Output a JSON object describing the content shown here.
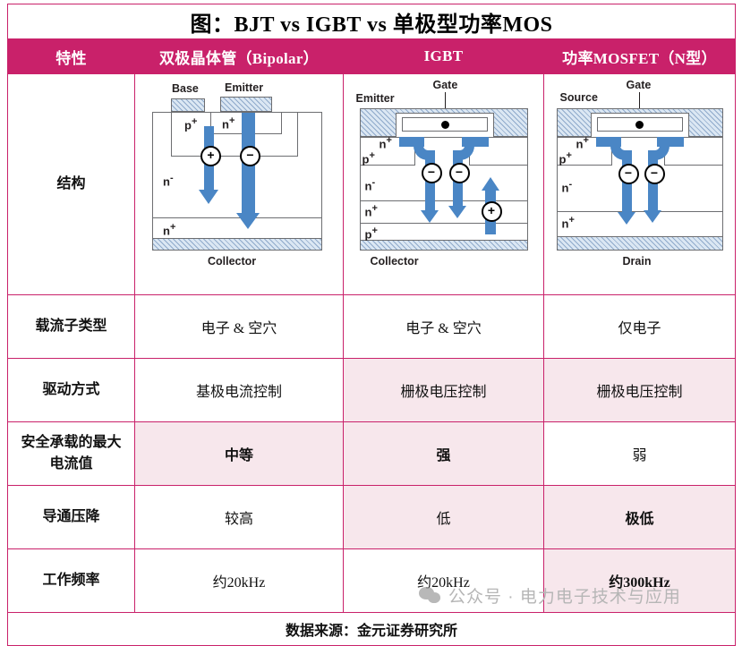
{
  "title": "图：BJT vs IGBT vs 单极型功率MOS",
  "colors": {
    "header_pink": "#C9216A",
    "highlight_pink": "#F7E7EC",
    "arrow_blue": "#4a86c5",
    "hatch_blue": "#dbe7f3"
  },
  "header": {
    "col_a": "特性",
    "col_b": "双极晶体管（Bipolar）",
    "col_c": "IGBT",
    "col_d": "功率MOSFET（N型）"
  },
  "rows": {
    "structure": {
      "label": "结构",
      "bjt": {
        "top_labels": [
          "Base",
          "Emitter"
        ],
        "regions": [
          "p",
          "n",
          "n",
          "n"
        ],
        "region_labels": [
          "p+",
          "n+",
          "n-",
          "n+"
        ],
        "bottom_label": "Collector",
        "carriers": [
          "+",
          "−"
        ]
      },
      "igbt": {
        "top_labels": [
          "Emitter",
          "Gate"
        ],
        "region_labels": [
          "n+",
          "p+",
          "n-",
          "n+",
          "p+"
        ],
        "bottom_label": "Collector",
        "carriers": [
          "−",
          "−",
          "+"
        ]
      },
      "mosfet": {
        "top_labels": [
          "Source",
          "Gate"
        ],
        "region_labels": [
          "n+",
          "p+",
          "n-",
          "n+"
        ],
        "bottom_label": "Drain",
        "carriers": [
          "−",
          "−"
        ]
      }
    },
    "carrier_type": {
      "label": "载流子类型",
      "bjt": "电子 & 空穴",
      "igbt": "电子 & 空穴",
      "mosfet": "仅电子"
    },
    "drive_mode": {
      "label": "驱动方式",
      "bjt": "基极电流控制",
      "igbt": "栅极电压控制",
      "mosfet": "栅极电压控制"
    },
    "max_current": {
      "label": "安全承载的最大\n电流值",
      "label_line1": "安全承载的最大",
      "label_line2": "电流值",
      "bjt": "中等",
      "igbt": "强",
      "mosfet": "弱"
    },
    "on_voltage": {
      "label": "导通压降",
      "bjt": "较高",
      "igbt": "低",
      "mosfet": "极低"
    },
    "frequency": {
      "label": "工作频率",
      "bjt": "约20kHz",
      "igbt": "约20kHz",
      "mosfet": "约300kHz"
    }
  },
  "footer": {
    "source": "数据来源：金元证券研究所"
  },
  "watermark": {
    "icon": "wechat-icon",
    "text": "公众号 · 电力电子技术与应用"
  }
}
